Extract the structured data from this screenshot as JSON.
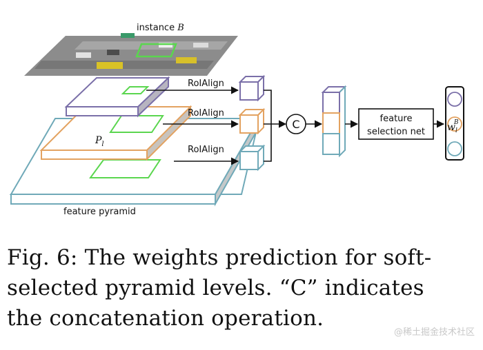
{
  "diagram": {
    "instance_label": "instance B",
    "instance_label_text": "instance ",
    "instance_label_var": "B",
    "level_label": "P",
    "level_label_sub": "l",
    "roi_labels": [
      "RoIAlign",
      "RoIAlign",
      "RoIAlign"
    ],
    "concat_symbol": "C",
    "selection_net_label": [
      "feature",
      "selection net"
    ],
    "weight_symbol": "w",
    "weight_sup": "B",
    "weight_sub": "l",
    "pyramid_label": "feature pyramid",
    "colors": {
      "top_level": "#7a6fa8",
      "mid_level": "#e3a260",
      "bottom_level": "#6fa9b8",
      "roi_box": "#5ad64e"
    }
  },
  "caption": {
    "lines": [
      "Fig. 6: The weights prediction for soft-",
      "selected pyramid levels. “C” indicates",
      "the concatenation operation."
    ]
  },
  "watermark": "@稀土掘金技术社区"
}
